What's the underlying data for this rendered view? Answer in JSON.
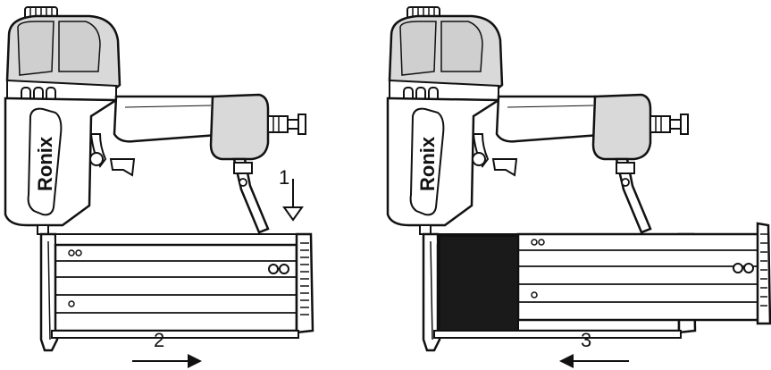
{
  "brand": "Ronix",
  "steps": {
    "step1": "1",
    "step2": "2",
    "step3": "3"
  },
  "colors": {
    "line": "#111111",
    "body_fill": "#ffffff",
    "grip_fill": "#d9d9d9",
    "nail_strip": "#1a1a1a"
  },
  "icons": [
    "down-arrow-icon",
    "right-arrow-icon",
    "left-arrow-icon"
  ]
}
